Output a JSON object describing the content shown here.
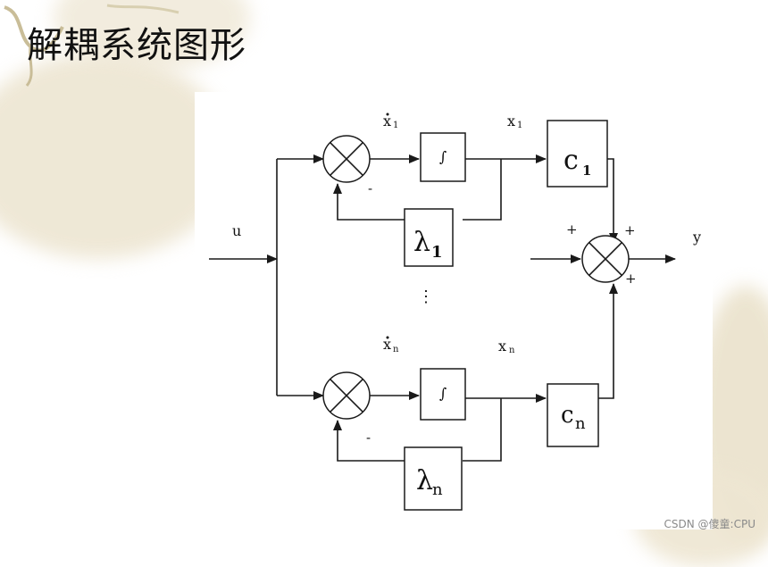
{
  "title": "解耦系统图形",
  "watermark": "CSDN @傻童:CPU",
  "colors": {
    "background": "#ffffff",
    "line": "#1a1a1a",
    "leaf_decoration": "#e9e0c8"
  },
  "diagram": {
    "input_label": "u",
    "output_label": "y",
    "ellipsis": "⋮",
    "branch_top": {
      "state_dot": "x",
      "state_dot_sub": "1",
      "integrator": "∫",
      "state": "x",
      "state_sub": "1",
      "feedback_sign": "-",
      "gain": "λ",
      "gain_sub": "1",
      "output": "c",
      "output_sub": "1"
    },
    "branch_bottom": {
      "state_dot": "x",
      "state_dot_sub": "n",
      "integrator": "∫",
      "state": "x",
      "state_sub": "n",
      "feedback_sign": "-",
      "gain": "λ",
      "gain_sub": "n",
      "output": "c",
      "output_sub": "n"
    },
    "sum_signs": {
      "left": "+",
      "top": "+",
      "bottom": "+"
    }
  }
}
